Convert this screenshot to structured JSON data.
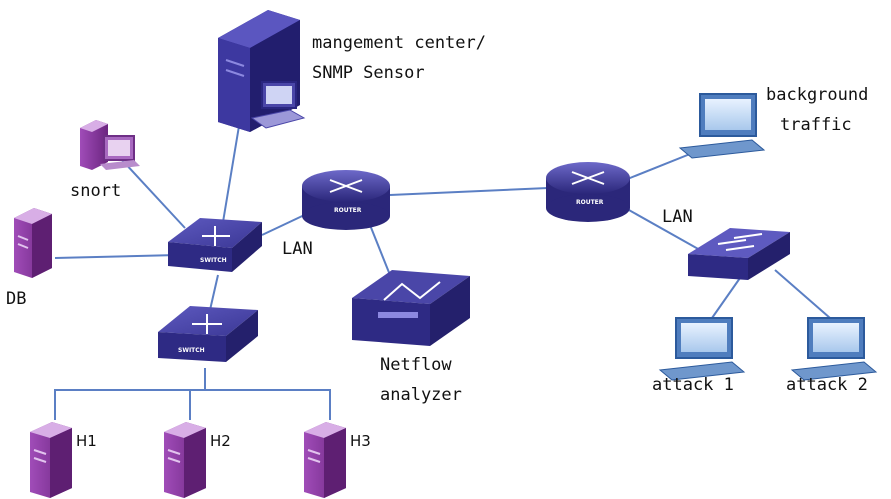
{
  "labels": {
    "management_line1": "mangement center/",
    "management_line2": "SNMP Sensor",
    "snort": "snort",
    "db": "DB",
    "lan_left": "LAN",
    "lan_right": "LAN",
    "netflow_line1": "Netflow",
    "netflow_line2": "analyzer",
    "background_line1": "background",
    "background_line2": "traffic",
    "attack1": "attack 1",
    "attack2": "attack 2",
    "h1": "H1",
    "h2": "H2",
    "h3": "H3",
    "router_badge": "ROUTER",
    "switch_badge": "SWITCH"
  },
  "colors": {
    "link": "#5b7fc4",
    "server_purple": "#7a2d8f",
    "server_light": "#c9a3d6",
    "device_navy": "#2e2a84",
    "device_mid": "#4a46a8",
    "pc_blue": "#7fa7d6"
  },
  "icons": [
    "server-icon",
    "workstation-icon",
    "router-icon",
    "switch-icon",
    "hub-icon",
    "netflow-analyzer-icon",
    "monitor-icon"
  ]
}
